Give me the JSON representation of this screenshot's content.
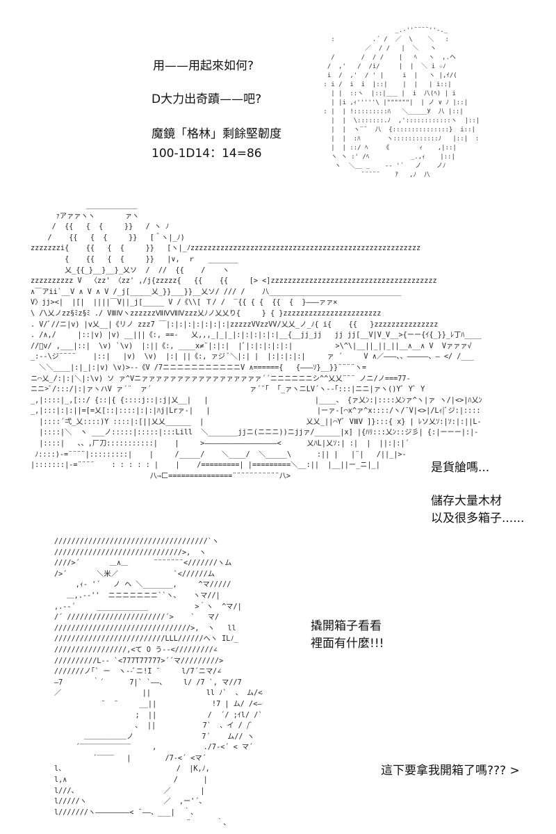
{
  "panel1": {
    "line1": "用——用起來如何?",
    "line2": "D大力出奇蹟——吧?",
    "line3": "魔鏡「格林」剩餘堅韌度",
    "line4": "100-1D14：14=86"
  },
  "panel2": {
    "line1": "是貨艙嗎...",
    "line2": "儲存大量木材",
    "line3": "以及很多箱子......"
  },
  "panel3": {
    "line1": "撬開箱子看看",
    "line2": "裡面有什麼!!!",
    "line3": "這下要拿我開箱了嗎??? >"
  },
  "art": {
    "top": "                    _.-''¨¨¨¨''-._\n   :          .´ /  ／  \\    ＼   :\n            ／  / /   |  ＼   ヽ\n   /       /  / /    |   ﾍ   ヽ  ,.ヘ\n  /  ,'   /  /i/     |  |  ＼ i ☆ﾉ\n  i  /  ,'  / ' |     i  |   ヽ |,ｲ/(\n : i /  i  i  |::|    |  |   | i::|\n   | |  ::ヽ  |::|___ |  i  八(ﾍ) | i\n   | |i ,ｨ'''''\\ |\"\"\"\"\"\"|  | ノ ∨ ﾉ |::|\n : |  | !:::::::::ﾊ   ＼_____У  八 |::|\n   |  |  \\:::::::.ﾉ  ,'::::::::::::ヽ  |::|\n   |  |  ヽ¨¨  八  {:::::::::::::::}  i::|\n   |  |  :ﾊ       ヽ::::::::::::ﾉ   |::|  :\n   |  | ::/ ﾍ    《        ｨ    ,|::|\n   ヽ ヽ :' /ﾍ           _.,ｨ    |::|\n    ヽ  ＼__ _    -‐ '´   ノ    ノﾉ\n           ¨¨¨¨¨    ｱ   ,ﾉ  八",
    "ship": "             ____________\n      ｧアァァヽヽ       ァヽ\n     /  {{   {  {     }}   / ヽ ﾉ\n    /    {{   {  {     }}   [＾ヽ|_ﾉ)\nzzzzzzzi{    {{   {  {     }}   [ヽ|_ﾉzzzzzzzzzzzzzzzzzzzzzzzzzzzzzzzzzzzzzzzzzzzzzzzzzzzzzz\n        {    {{   {  {     }}   |∨,  ｒ   _______\n        乂_{{_}__}__}_乂ソ  /  //  {{    /    ヽ\nzzzzzzzzzz V  〈zz' 〈zz' ,/j{zzzzz{   {{    {{     [> <]zzzzzzzzzzzzzzzzzzzzzzzzzzzzzzzzzzzzzzz\n∧￣アii`__V ∧ V ∧ V /_j[_____乂_}}___}}__乂ソ/ /// /    八_______________________________\nV〉jj><|  |[|  ||||￣V||_j[_____ V /《\\\\[ Ｔ/ /  ‾{{ { {  {{  {  }———ァァ×\n\\ /\\乂ノzz§ﾐz§ﾐ ./ VⅢⅣヽzzzzzzⅦⅣⅦⅣzzz乂ﾉノ乂乂り{     } { }zzzzzzzzzzzzzzzzzzzzzzz\n. V/ﾞ//ニ|v) |v乂__|《リノ zzz7 ￣|:|:|:|:|:|:|:|zzzzzVVzzVV/乂乂_ノ_ﾉ{ i{    {{   }zzzzzzzzzzzzzzz\n. /∧,/     |::|v) |v) __|||《:, ==-   乂,,,_|_|_|:|:|:|:|:|__{__jj_jj   jj jj[__V|V_V__>{ーー{ｲ{_}}_ﾚ丁ﾊ____\n//ﾞv/ ,___|::|  \\v) `\\v)  |:||《:, ____x≠¨|:|:|  |ﾞ|:|:|:|:|:|          >\\^\\|__||_||_||__∧__∧ V  Vァァァ√\n_:--\\ジ¨¨¨¨    |::|   |v)  \\v)  |:| ||《:, ァジ ﾞ＼|:| |  |:|:|:|:|     ァ ´     V ∧／———、、—————、— </ /___\n  ＼＼____|:|_|:|v) \\v)>--《V /7ニニニニニニニニニニニV ∧======{   {———ｿ}__}}¨¨¨¨ヽ=\nニ⌒乂_/:|:|＼|:\\v) ソ ァ^Vニァァァァァァァァァァァァァァァァァ´´ニニニニニニシ^^乂乂¨¨¨ ノニ/ノ===77-\nニニ>ﾞ/:::/|:|ァヽハV ァ´¨  ァ´                       ァ´¨｢  ｢_ァヽニLV´ヽ-‐｢:::|ニニ|ァヽ()Yﾞ Yﾞ Y\n_,|::::|_,[::/ {::|{ {::::j::|:j|乂__|   |                         |____、 {ァ乂ﾝ:|::::乂ﾝァ^ヽ|ァ ヽ/|<>|ﾊ乂ﾝジ\n_,|:::|:|:||=[=乂[::|::::|:|:|ﾊj|Lrァ‐|   |                         |ーァ‐[⌒x^ァ^x::::/ヽ/¨V|<>|/Lｨ|ﾞジ:|:::::   -\n  |::::´弌_乂::::)Y ::::|:[||乂乂______  |                        乂乂_||⌒Yﾞ VⅢV ]}:::{ x} | ﾚソ乂ｿ:|ｿ:|:||L-\n  |::::|＼  ヽ ___ノ:::::|:::::|:::Lill  ＼_______jjニ(ニニニ))ニjjァ/______|x] |{ﾊﾘ:::乂ﾝ::ジ彡| {:|ーーー|:|-\n  |::::|   、、,厂刀:::::::::::|    |     >—————————————————<      乂ﾊL|乂ｿ:| :|  |  ||:|:|´\n ﾉ::::)-=¨¨¨¨|:::::::::|    |     /_____/    ＼____/  ＼_____\\      :|| |   |¨|   /||_|>-\n|:::::::|-=¨¨¨¨    : : : : : |    |    /=========| |=========＼__:||  |__||ー_ニ|_|\n                            八⇒匚===============¨¨¨¨¨¨¨¨¨¨¨八>",
    "box": "////////////////////////////////////`ヽ\n//////////////////////////////>,  ヽ\n////>´       ＿∧＿      ¨¨¨¨¨¨¨<///////ヽム\n/>´       ＼米／             `<//////ム\n     ,ｨ‐ '´   ノ ヘ ＼_______,     ^マ/////\n   ＿,.-‐''  ニニニニニニニ``ヽ、   ヽマ//|\n,.-‐´     ____________           >｀ヽ  ^マ/|\n/´ ///////////////////////´>    `   マ/\n////////////////////////////////>,  ヽ   ll\n//////////////////////////LLL//////へヽ ILﾉ_\n/////////////////,<て O う--</////////∠\n//////////L-- `<777T77777>´´マ/////////>\n///////ノ｢` ー  ヽ--ﾞニ!I ¨     l/7´ニマ/∠\n—7       ｀´      7|` `——、    l/ /7 `, マ//7\n／                   ||             ll ﾉ`  、 ム/<————\n           ¨  ¨     __||             !7 | ム/ /<—ー´\n                   ;  ||            /  ´/ ;ｲl/ /`ヽ\n                   ､  ||           7`  、イ / /ﾞ\n       ＿＿＿＿＿＿ノ                7´    ム// ヽ\n     ´‾‾‾‾‾‾‾‾‾‾‾‾     ,           ./7‐<´ < マ´\n         ´‾‾‾‾   |        /7-<´ <マ´\nl、                          /  |K,ﾉ,\nl,∧                         /      |\nl///、                    ／       |\nl/////ヽ                  ／  ,ー'´、\nl///////ヽ————————< ¨——、___|  ｀、\n                               ¨      ｀、"
  }
}
